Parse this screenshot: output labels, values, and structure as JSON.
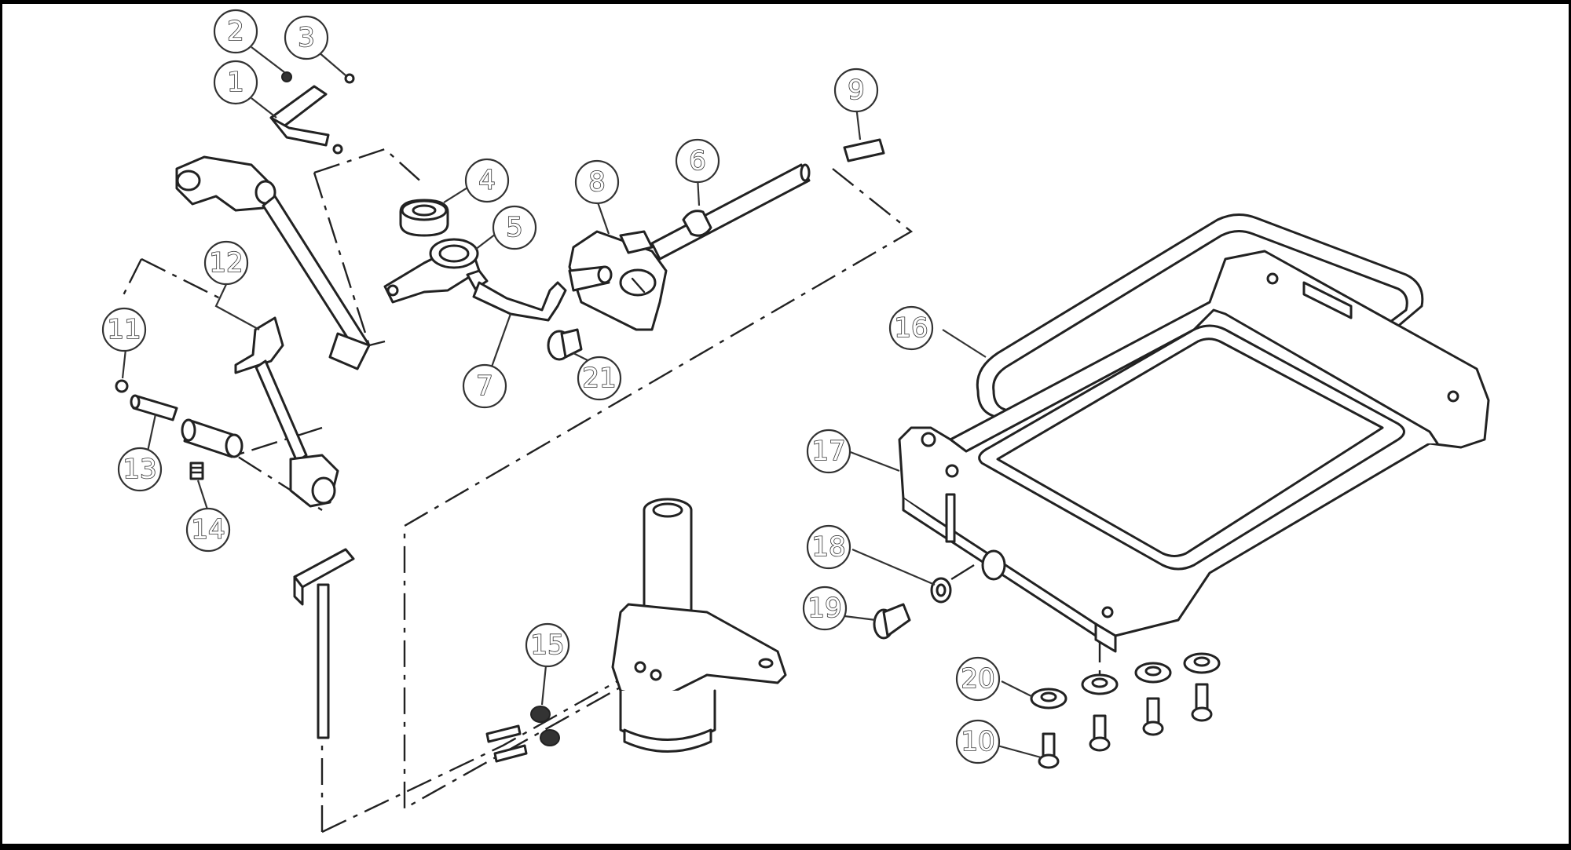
{
  "figure": {
    "description_type": "exploded-parts-diagram",
    "callouts": [
      "1",
      "2",
      "3",
      "4",
      "5",
      "6",
      "7",
      "8",
      "9",
      "10",
      "11",
      "12",
      "13",
      "14",
      "15",
      "16",
      "17",
      "18",
      "19",
      "20",
      "21"
    ]
  }
}
